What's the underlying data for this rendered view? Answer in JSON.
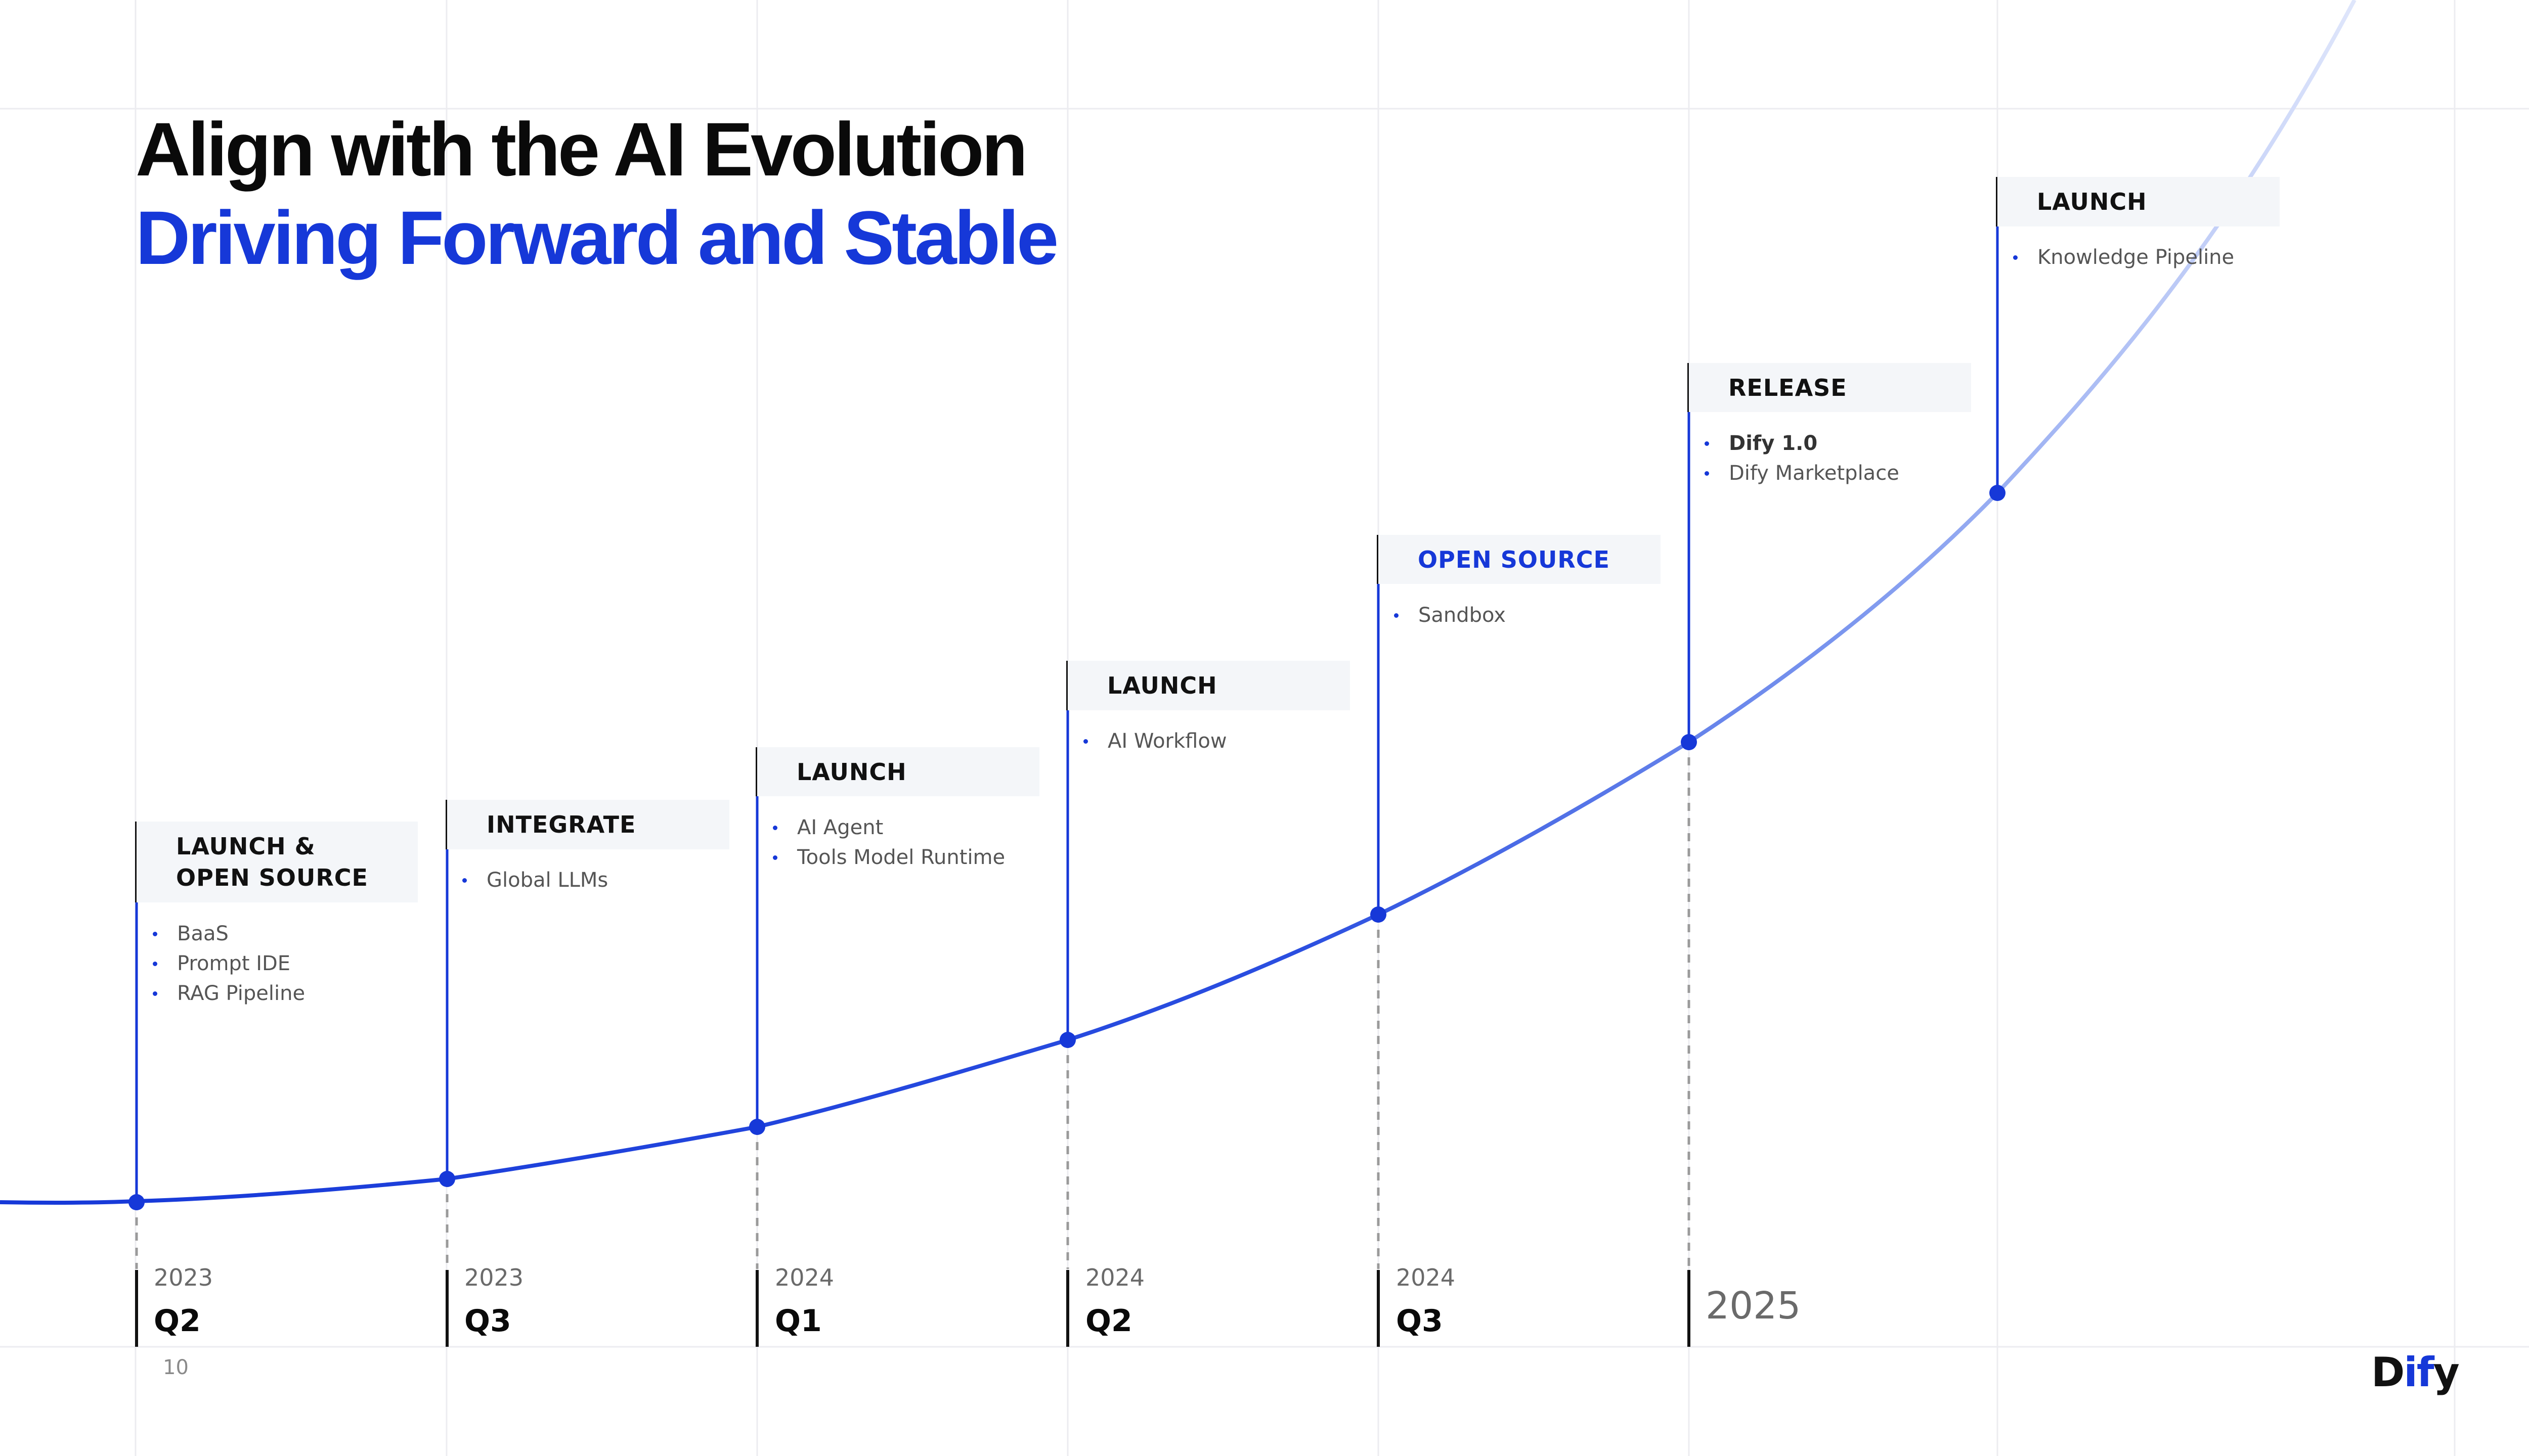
{
  "title": {
    "line1": "Align with the AI Evolution",
    "line2": "Driving Forward and Stable"
  },
  "milestones": [
    {
      "year": "2023",
      "quarter": "Q2",
      "heading": [
        "LAUNCH &",
        "OPEN SOURCE"
      ],
      "items": [
        "BaaS",
        "Prompt IDE",
        "RAG Pipeline"
      ]
    },
    {
      "year": "2023",
      "quarter": "Q3",
      "heading": [
        "INTEGRATE"
      ],
      "items": [
        "Global LLMs"
      ]
    },
    {
      "year": "2024",
      "quarter": "Q1",
      "heading": [
        "LAUNCH"
      ],
      "items": [
        "AI Agent",
        "Tools Model Runtime"
      ]
    },
    {
      "year": "2024",
      "quarter": "Q2",
      "heading": [
        "LAUNCH"
      ],
      "items": [
        "AI Workflow"
      ]
    },
    {
      "year": "2024",
      "quarter": "Q3",
      "heading": [
        "OPEN SOURCE"
      ],
      "items": [
        "Sandbox"
      ]
    },
    {
      "year": "2025",
      "quarter": "",
      "heading": [
        "RELEASE"
      ],
      "items": [
        "Dify 1.0",
        "Dify Marketplace"
      ]
    },
    {
      "year": "",
      "quarter": "",
      "heading": [
        "LAUNCH"
      ],
      "items": [
        "Knowledge Pipeline"
      ]
    }
  ],
  "page_number": "10",
  "logo": {
    "part1": "D",
    "part2": "if",
    "part3": "y"
  },
  "colors": {
    "accent": "#1638d8",
    "heading_text": "#111111",
    "label_background": "#f4f6f9",
    "muted_text": "#6a6a6a"
  }
}
